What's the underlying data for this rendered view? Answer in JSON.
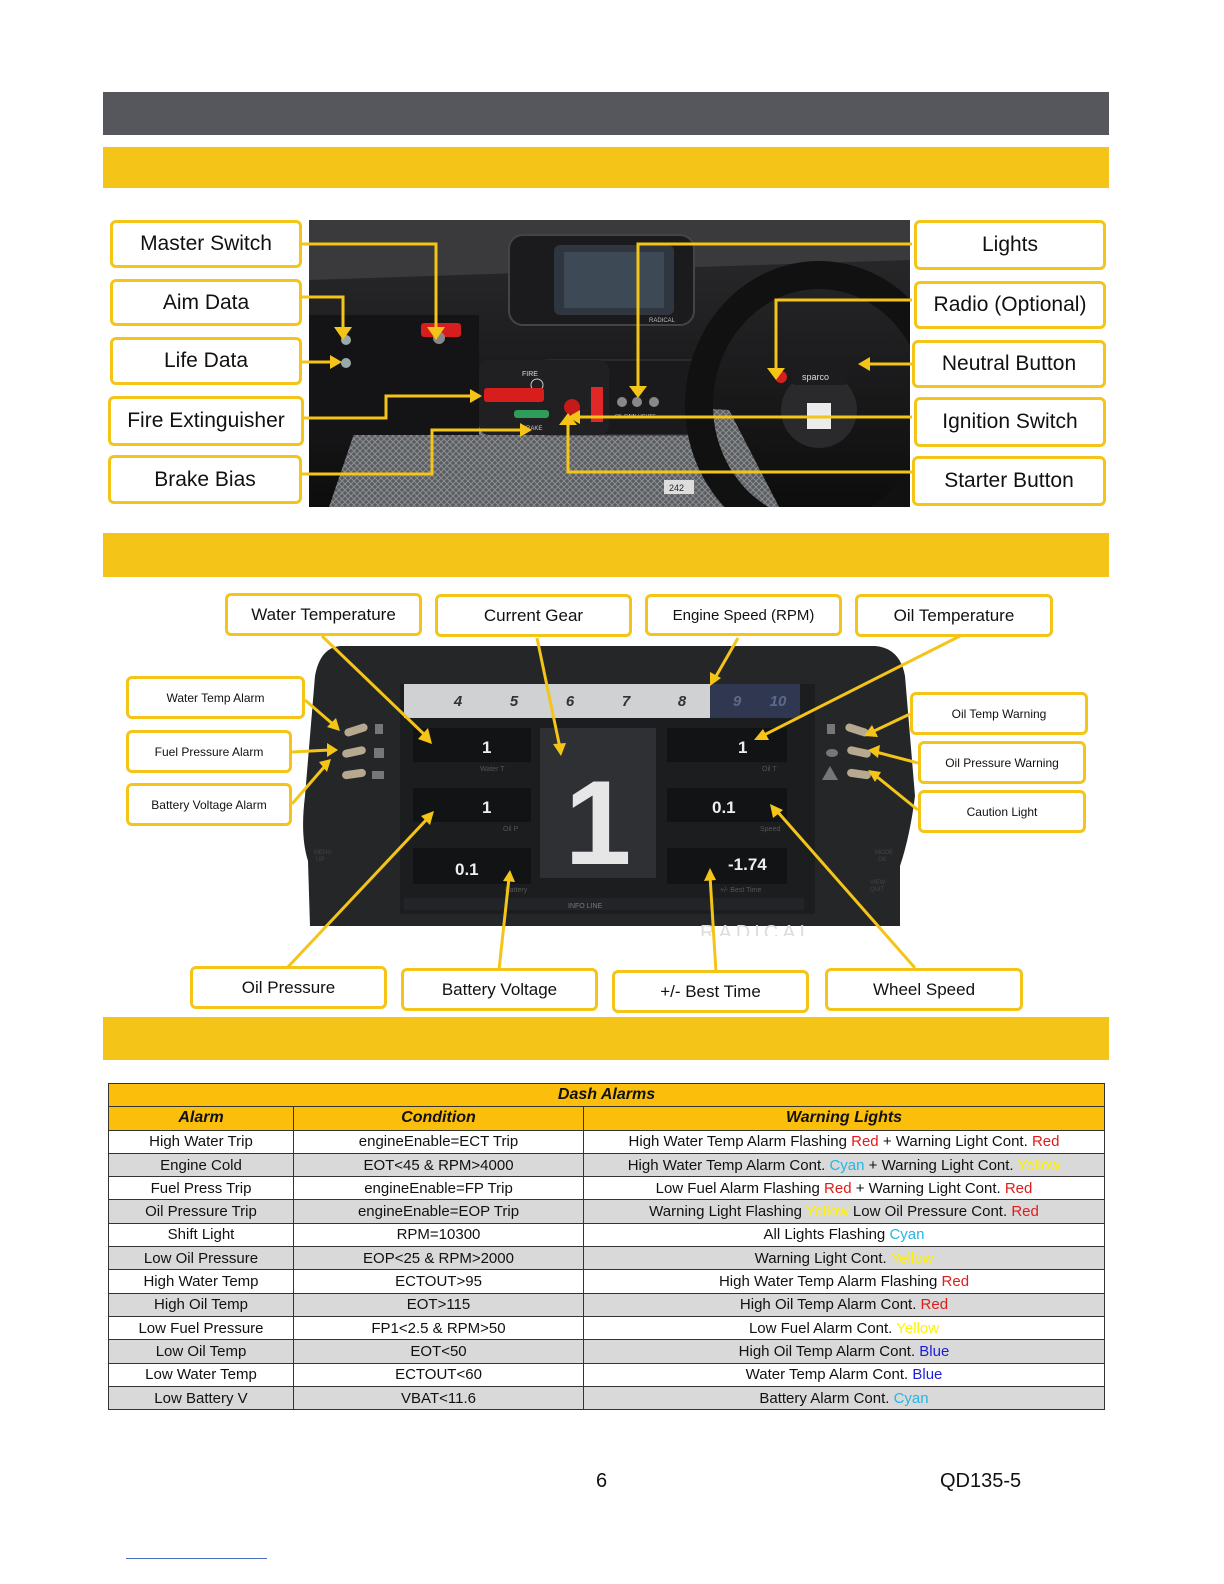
{
  "controls_labels": {
    "left": [
      "Master Switch",
      "Aim Data",
      "Life Data",
      "Fire Extinguisher",
      "Brake Bias"
    ],
    "right": [
      "Lights",
      "Radio (Optional)",
      "Neutral Button",
      "Ignition Switch",
      "Starter Button"
    ]
  },
  "photo_text": {
    "fire": "FIRE",
    "brake": "BRAKE",
    "lights_panel": "OIL  RAIN  LIGHTS",
    "sparco": "sparco",
    "plate": "242",
    "radical_small": "RADICAL"
  },
  "dash_labels": {
    "top": [
      "Water Temperature",
      "Current Gear",
      "Engine Speed (RPM)",
      "Oil Temperature"
    ],
    "left": [
      "Water Temp Alarm",
      "Fuel Pressure Alarm",
      "Battery Voltage Alarm"
    ],
    "right": [
      "Oil Temp Warning",
      "Oil Pressure Warning",
      "Caution Light"
    ],
    "bottom": [
      "Oil Pressure",
      "Battery Voltage",
      "+/- Best Time",
      "Wheel Speed"
    ]
  },
  "dash_display": {
    "rpm_ticks": [
      "4",
      "5",
      "6",
      "7",
      "8",
      "9",
      "10"
    ],
    "gear": "1",
    "water_t": "1",
    "water_t_label": "Water T",
    "oil_p": "1",
    "oil_p_label": "Oil P",
    "battery": "0.1",
    "battery_label": "Battery",
    "oil_t": "1",
    "oil_t_label": "Oil T",
    "speed": "0.1",
    "speed_label": "Speed",
    "best_time": "-1.74",
    "best_time_label": "+/- Best Time",
    "info_line": "INFO LINE",
    "brand": "RADICAL",
    "menu": "MENU",
    "menu2": "UP",
    "mode": "MODE",
    "mode2": "OK",
    "view": "VIEW",
    "view2": "QUIT"
  },
  "alarm_table": {
    "title": "Dash Alarms",
    "headers": [
      "Alarm",
      "Condition",
      "Warning Lights"
    ],
    "rows": [
      {
        "alarm": "High Water Trip",
        "condition": "engineEnable=ECT Trip",
        "parts": [
          {
            "t": "High Water Temp Alarm Flashing "
          },
          {
            "t": "Red",
            "c": "red"
          },
          {
            "t": " + Warning Light Cont. "
          },
          {
            "t": "Red",
            "c": "red"
          }
        ]
      },
      {
        "alarm": "Engine Cold",
        "condition": "EOT<45 & RPM>4000",
        "parts": [
          {
            "t": "High Water Temp Alarm Cont. "
          },
          {
            "t": "Cyan",
            "c": "cyan"
          },
          {
            "t": " + Warning Light Cont. "
          },
          {
            "t": "Yellow",
            "c": "yellow"
          }
        ]
      },
      {
        "alarm": "Fuel Press Trip",
        "condition": "engineEnable=FP Trip",
        "parts": [
          {
            "t": "Low Fuel Alarm Flashing "
          },
          {
            "t": "Red",
            "c": "red"
          },
          {
            "t": " + Warning Light Cont. "
          },
          {
            "t": "Red",
            "c": "red"
          }
        ]
      },
      {
        "alarm": "Oil Pressure Trip",
        "condition": "engineEnable=EOP Trip",
        "parts": [
          {
            "t": "Warning Light Flashing "
          },
          {
            "t": "Yellow",
            "c": "yellow"
          },
          {
            "t": " Low Oil Pressure Cont. "
          },
          {
            "t": "Red",
            "c": "red"
          }
        ]
      },
      {
        "alarm": "Shift Light",
        "condition": "RPM=10300",
        "parts": [
          {
            "t": "All Lights Flashing "
          },
          {
            "t": "Cyan",
            "c": "cyan"
          }
        ]
      },
      {
        "alarm": "Low Oil Pressure",
        "condition": "EOP<25 & RPM>2000",
        "parts": [
          {
            "t": "Warning Light Cont. "
          },
          {
            "t": "Yellow",
            "c": "yellow"
          }
        ]
      },
      {
        "alarm": "High Water Temp",
        "condition": "ECTOUT>95",
        "parts": [
          {
            "t": "High Water Temp Alarm Flashing "
          },
          {
            "t": "Red",
            "c": "red"
          }
        ]
      },
      {
        "alarm": "High Oil Temp",
        "condition": "EOT>115",
        "parts": [
          {
            "t": "High Oil Temp Alarm Cont. "
          },
          {
            "t": "Red",
            "c": "red"
          }
        ]
      },
      {
        "alarm": "Low Fuel Pressure",
        "condition": "FP1<2.5 & RPM>50",
        "parts": [
          {
            "t": "Low Fuel Alarm Cont. "
          },
          {
            "t": "Yellow",
            "c": "yellow"
          }
        ]
      },
      {
        "alarm": "Low Oil Temp",
        "condition": "EOT<50",
        "parts": [
          {
            "t": "High Oil Temp Alarm Cont. "
          },
          {
            "t": "Blue",
            "c": "blue"
          }
        ]
      },
      {
        "alarm": "Low Water Temp",
        "condition": "ECTOUT<60",
        "parts": [
          {
            "t": "Water Temp Alarm Cont. "
          },
          {
            "t": "Blue",
            "c": "blue"
          }
        ]
      },
      {
        "alarm": "Low Battery V",
        "condition": "VBAT<11.6",
        "parts": [
          {
            "t": "Battery Alarm Cont. "
          },
          {
            "t": "Cyan",
            "c": "cyan"
          }
        ]
      }
    ]
  },
  "colors": {
    "accent_yellow": "#f4c518",
    "header_dark": "#55575c",
    "red": "#e01b1b",
    "cyan": "#23b6e6",
    "yellow": "#fff200",
    "blue": "#1d1dd8"
  },
  "footer": {
    "page_number": "6",
    "doc_code": "QD135-5"
  }
}
